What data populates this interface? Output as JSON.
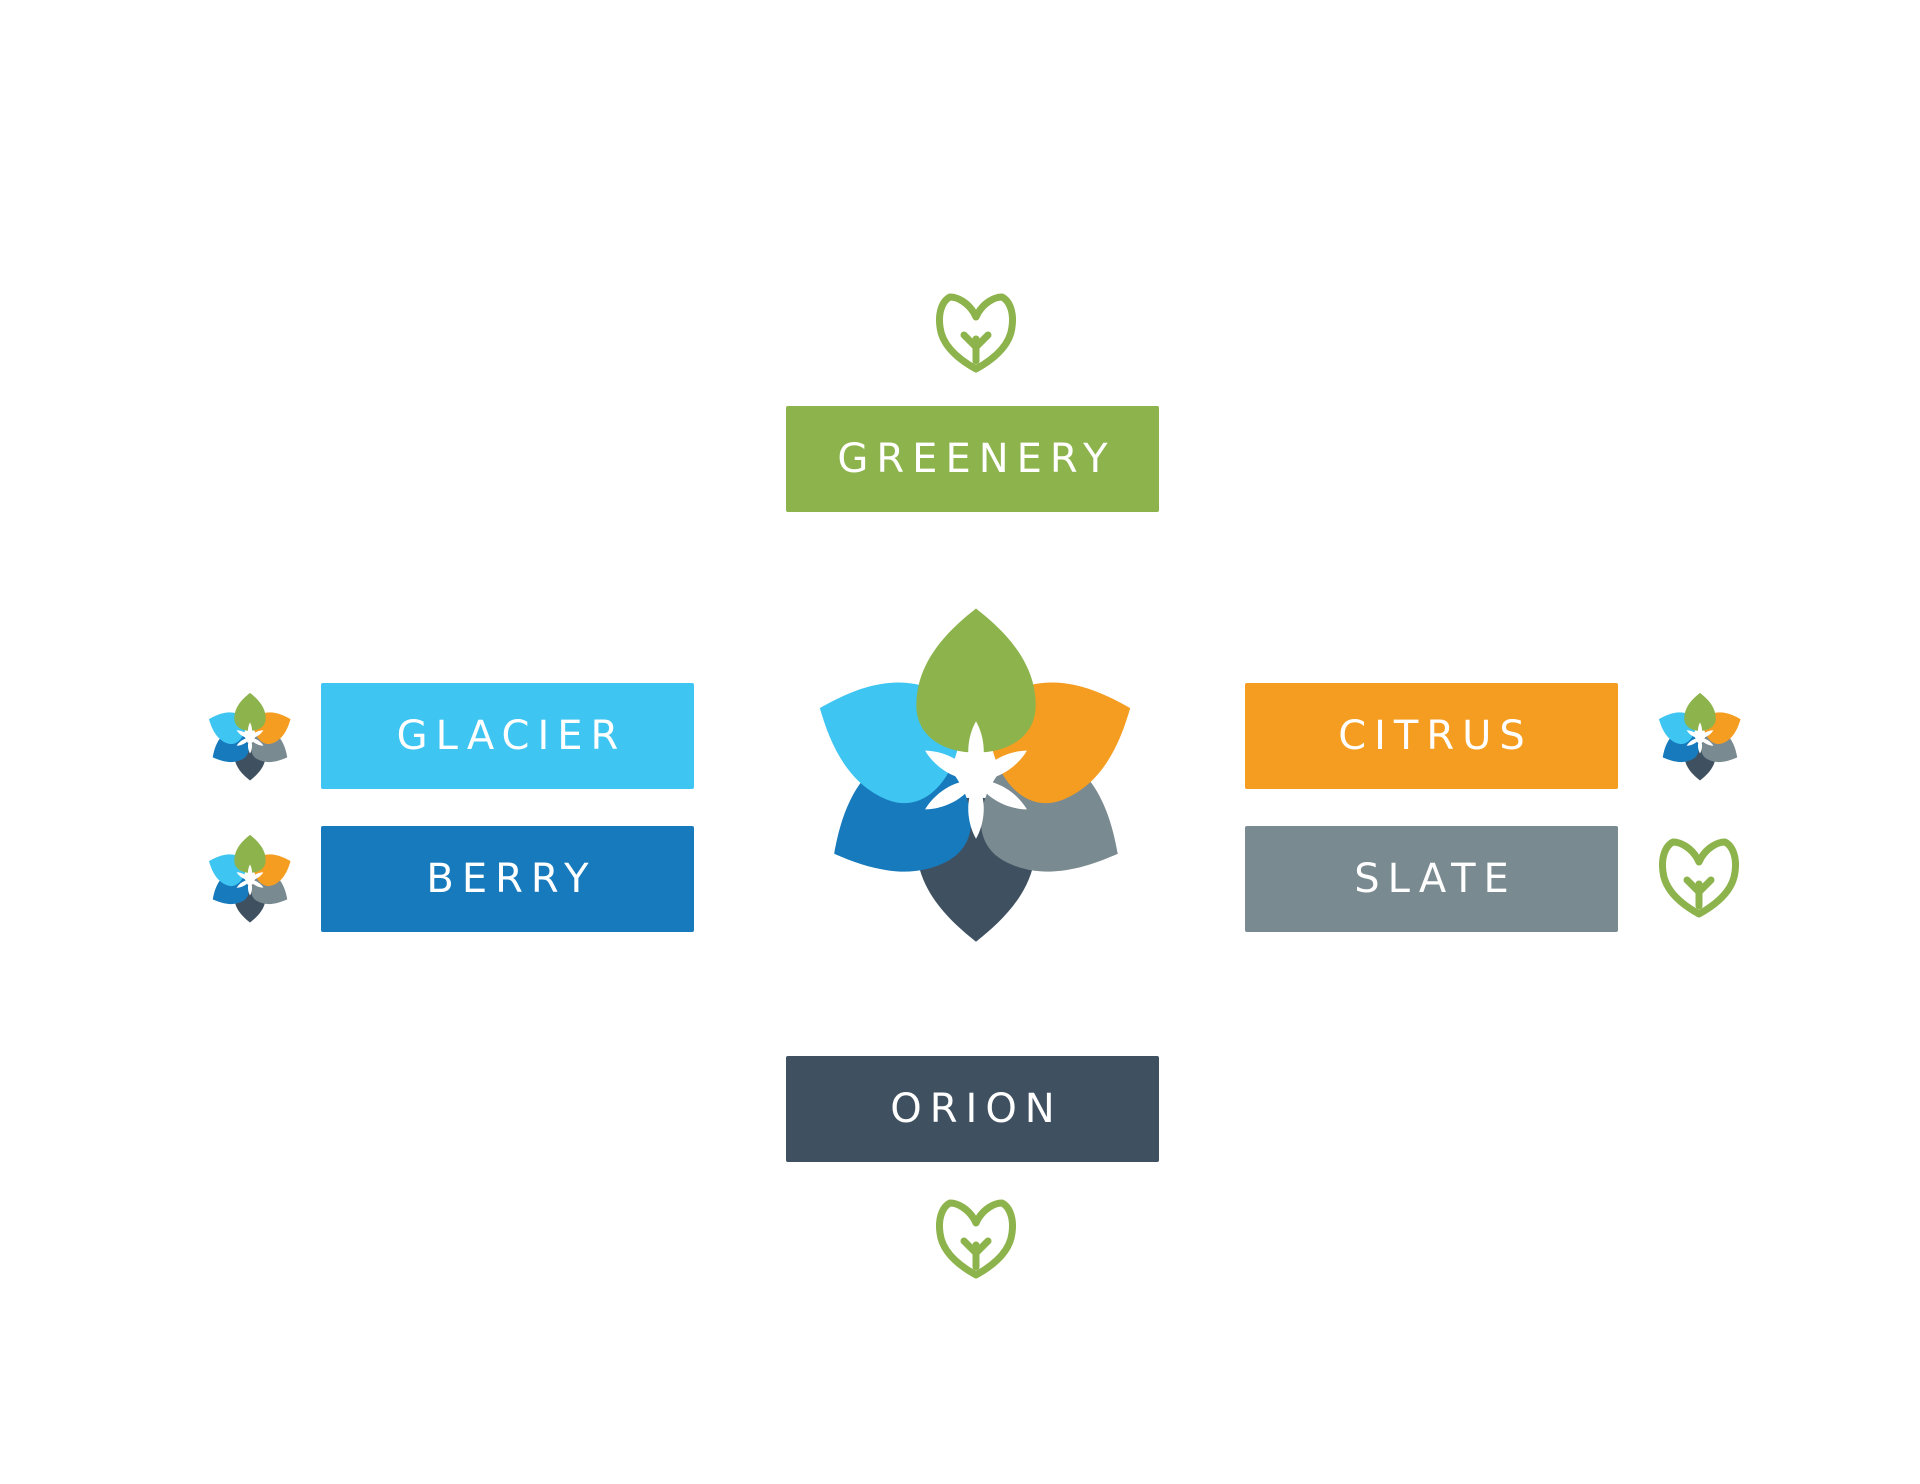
{
  "palette": [
    {
      "id": "greenery",
      "label": "GREENERY",
      "color": "#8CB34C"
    },
    {
      "id": "glacier",
      "label": "GLACIER",
      "color": "#3EC5F1"
    },
    {
      "id": "berry",
      "label": "BERRY",
      "color": "#167ABC"
    },
    {
      "id": "citrus",
      "label": "CITRUS",
      "color": "#F59D21"
    },
    {
      "id": "slate",
      "label": "SLATE",
      "color": "#7A8A91"
    },
    {
      "id": "orion",
      "label": "ORION",
      "color": "#3F5060"
    }
  ],
  "icons": {
    "leaf_heart": "leaf-heart-icon",
    "flower": "flower-logo-icon"
  }
}
